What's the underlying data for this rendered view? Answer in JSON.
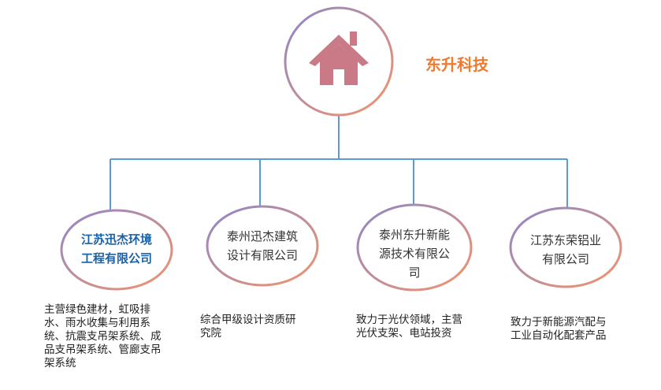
{
  "root": {
    "label": "东升科技",
    "icon": "house-icon",
    "label_color": "#f07a2e",
    "icon_color": "#c97a86"
  },
  "children": [
    {
      "name": "江苏迅杰环境\n工程有限公司",
      "highlight": true,
      "desc": "主营绿色建材，虹吸排\n水、雨水收集与利用系\n统、抗震支吊架系统、成\n品支吊架系统、管廊支吊\n架系统"
    },
    {
      "name": "泰州迅杰建筑\n设计有限公司",
      "highlight": false,
      "desc": "综合甲级设计资质研\n究院"
    },
    {
      "name": "泰州东升新能\n源技术有限公\n司",
      "highlight": false,
      "desc": "致力于光伏领域，主营\n光伏支架、电站投资"
    },
    {
      "name": "江苏东荣铝业\n有限公司",
      "highlight": false,
      "desc": "致力于新能源汽配与\n工业自动化配套产品"
    }
  ],
  "colors": {
    "line": "#5b9bd5",
    "ring_start": "#8f86c9",
    "ring_end": "#f2946b"
  }
}
